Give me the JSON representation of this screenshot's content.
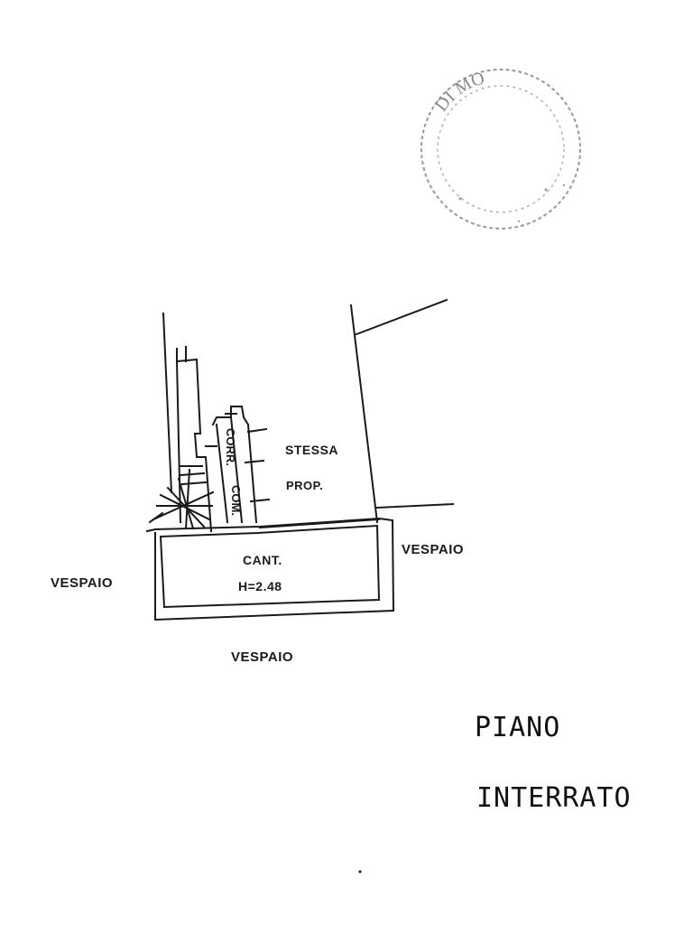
{
  "stamp": {
    "text": "DI MO"
  },
  "plan": {
    "labels": {
      "stessa": "STESSA",
      "prop": "PROP.",
      "corr": "CORR.",
      "com": "COM.",
      "cant": "CANT.",
      "height": "H=2.48",
      "vespaio_left": "VESPAIO",
      "vespaio_right": "VESPAIO",
      "vespaio_bottom": "VESPAIO"
    }
  },
  "title": {
    "line1": "PIANO",
    "line2": "INTERRATO"
  }
}
